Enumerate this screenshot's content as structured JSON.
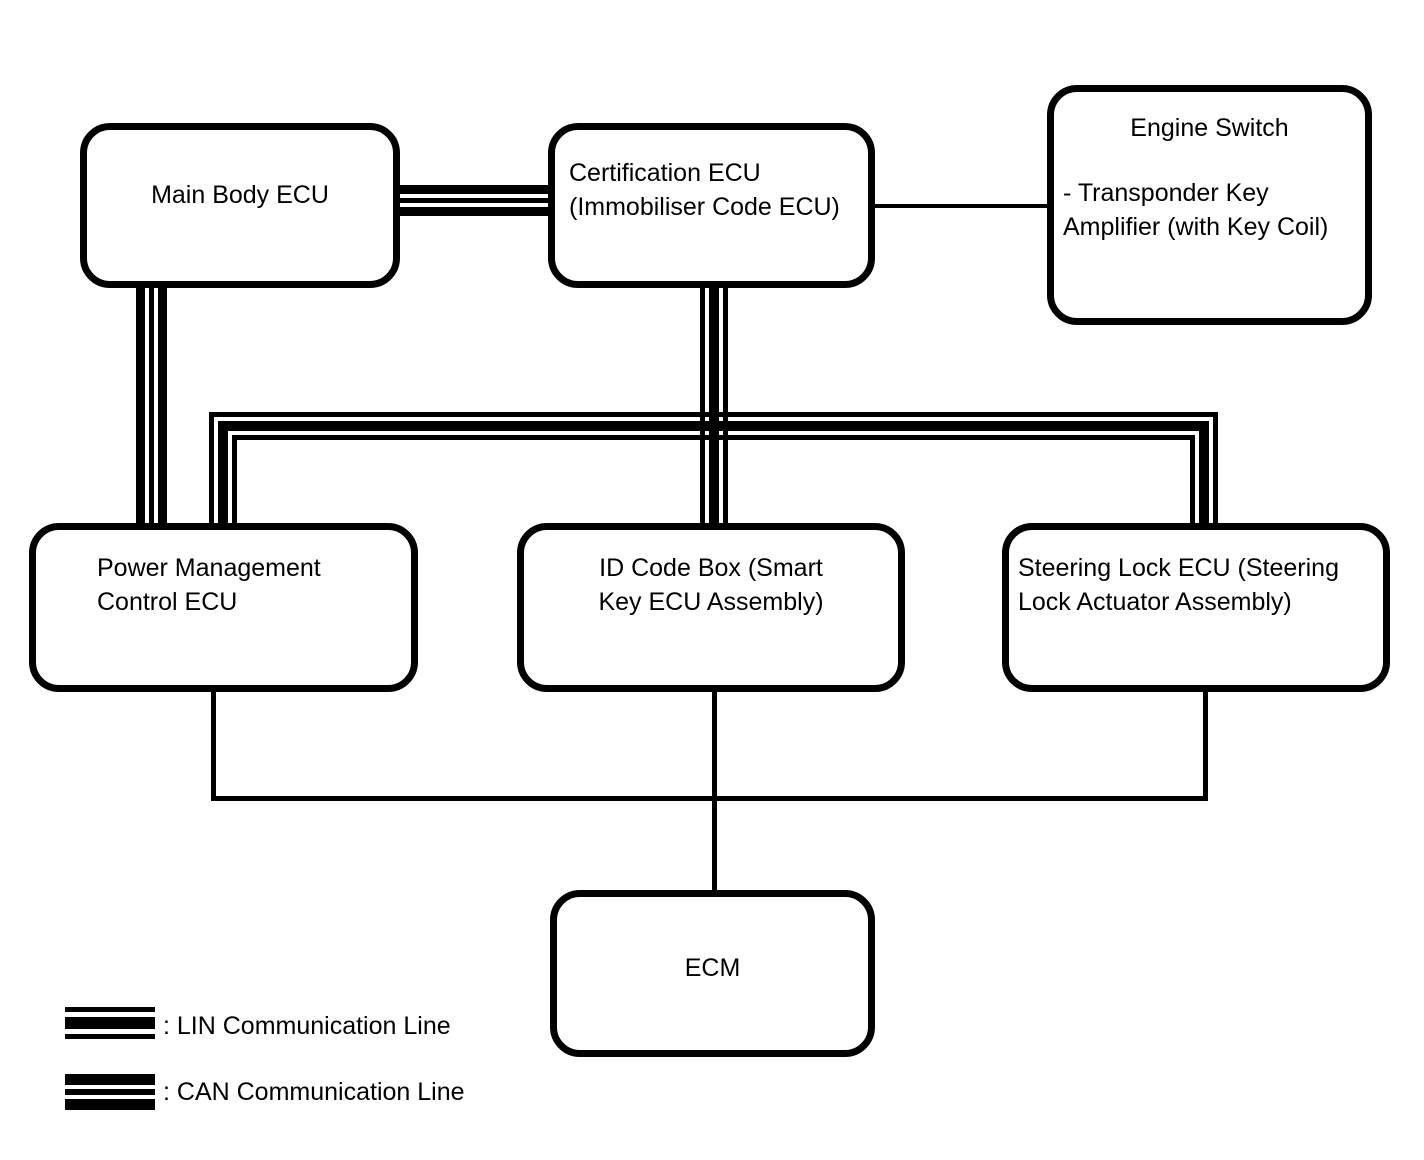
{
  "colors": {
    "ink": "#000000",
    "background": "#ffffff"
  },
  "nodes": {
    "main_body_ecu": {
      "label": "Main Body ECU"
    },
    "certification_ecu": {
      "line1": "Certification ECU",
      "line2": "(Immobiliser Code ECU)"
    },
    "engine_switch": {
      "title": "Engine Switch",
      "line1": "- Transponder Key",
      "line2": "Amplifier (with Key Coil)"
    },
    "power_management_control_ecu": {
      "line1": "Power Management",
      "line2": "Control ECU"
    },
    "id_code_box": {
      "line1": "ID Code Box (Smart",
      "line2": "Key ECU Assembly)"
    },
    "steering_lock_ecu": {
      "line1": "Steering Lock ECU (Steering",
      "line2": "Lock Actuator Assembly)"
    },
    "ecm": {
      "label": "ECM"
    }
  },
  "connections": [
    {
      "from": "main_body_ecu",
      "to": "certification_ecu",
      "type": "CAN"
    },
    {
      "from": "main_body_ecu",
      "to": "power_management_control_ecu",
      "type": "CAN"
    },
    {
      "from": "certification_ecu",
      "to": "engine_switch",
      "type": "wire"
    },
    {
      "from": "certification_ecu",
      "to": "power_management_control_ecu",
      "type": "LIN"
    },
    {
      "from": "certification_ecu",
      "to": "id_code_box",
      "type": "LIN"
    },
    {
      "from": "certification_ecu",
      "to": "steering_lock_ecu",
      "type": "LIN"
    },
    {
      "from": "power_management_control_ecu",
      "to": "ecm",
      "type": "wire"
    },
    {
      "from": "id_code_box",
      "to": "ecm",
      "type": "wire"
    },
    {
      "from": "steering_lock_ecu",
      "to": "ecm",
      "type": "wire"
    }
  ],
  "legend": {
    "lin": {
      "symbol": "lin-triple-line",
      "label": ": LIN Communication Line"
    },
    "can": {
      "symbol": "can-triple-line",
      "label": ": CAN Communication Line"
    }
  }
}
